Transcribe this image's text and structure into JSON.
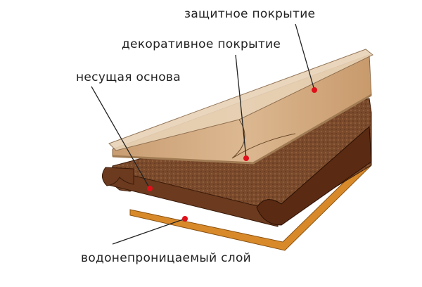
{
  "title": "Laminate layers",
  "labels": {
    "protective": "защитное покрытие",
    "decorative": "декоративное покрытие",
    "core": "несущая основа",
    "waterproof": "водонепроницаемый слой"
  },
  "colors": {
    "wood": "#d7b088",
    "wood_dark": "#b88a60",
    "core": "#6b3a1f",
    "core_top": "#8a5a3a",
    "bottom": "#d88a2a",
    "dot": "#e0101a",
    "line": "#222222"
  }
}
